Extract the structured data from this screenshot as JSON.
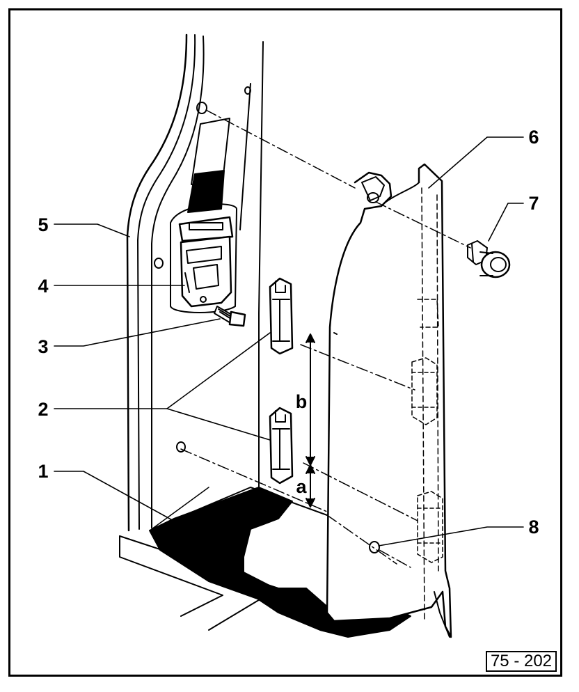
{
  "figure_number": "75 - 202",
  "callouts": [
    {
      "id": "1",
      "text": "1"
    },
    {
      "id": "2",
      "text": "2"
    },
    {
      "id": "3",
      "text": "3"
    },
    {
      "id": "4",
      "text": "4"
    },
    {
      "id": "5",
      "text": "5"
    },
    {
      "id": "6",
      "text": "6"
    },
    {
      "id": "7",
      "text": "7"
    },
    {
      "id": "8",
      "text": "8"
    }
  ],
  "dimensions": {
    "a": "a",
    "b": "b"
  },
  "colors": {
    "ink": "#000000",
    "paper": "#ffffff"
  }
}
